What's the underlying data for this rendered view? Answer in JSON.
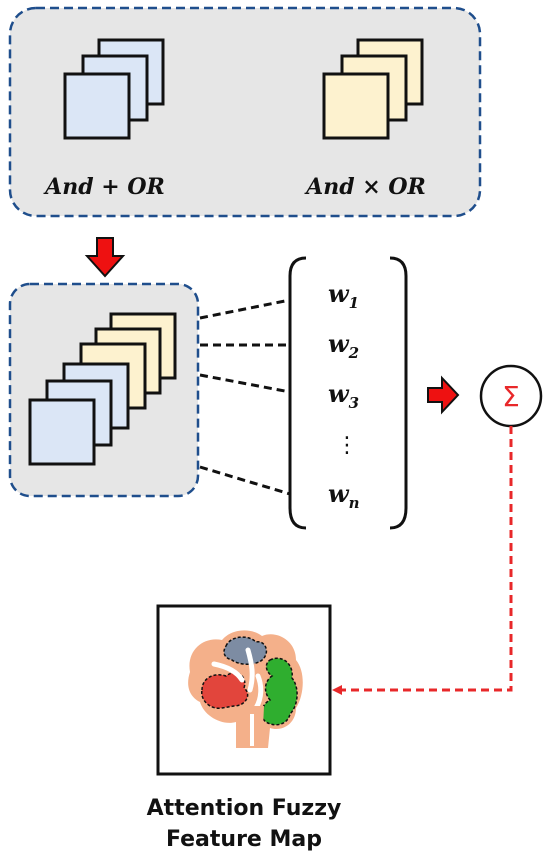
{
  "top_group": {
    "and_plus_or": "And + OR",
    "and_times_or": "And × OR"
  },
  "weights": {
    "w1": {
      "base": "w",
      "sub": "1"
    },
    "w2": {
      "base": "w",
      "sub": "2"
    },
    "w3": {
      "base": "w",
      "sub": "3"
    },
    "ellipsis": "⋮",
    "wn": {
      "base": "w",
      "sub": "n"
    }
  },
  "sum_symbol": "Σ",
  "output": {
    "caption_line1": "Attention Fuzzy",
    "caption_line2": "Feature Map"
  },
  "colors": {
    "panel_fill": "#e6e6e6",
    "panel_border": "#1f4e8c",
    "blue_sheet": "#dbe6f6",
    "yellow_sheet": "#fdf2cf",
    "arrow_red": "#ee1111",
    "dashed_red": "#e8282a",
    "brain_peach": "#f4b08a",
    "brain_gray": "#7d8ca3",
    "brain_red": "#e2453c",
    "brain_green": "#2fae2f"
  }
}
